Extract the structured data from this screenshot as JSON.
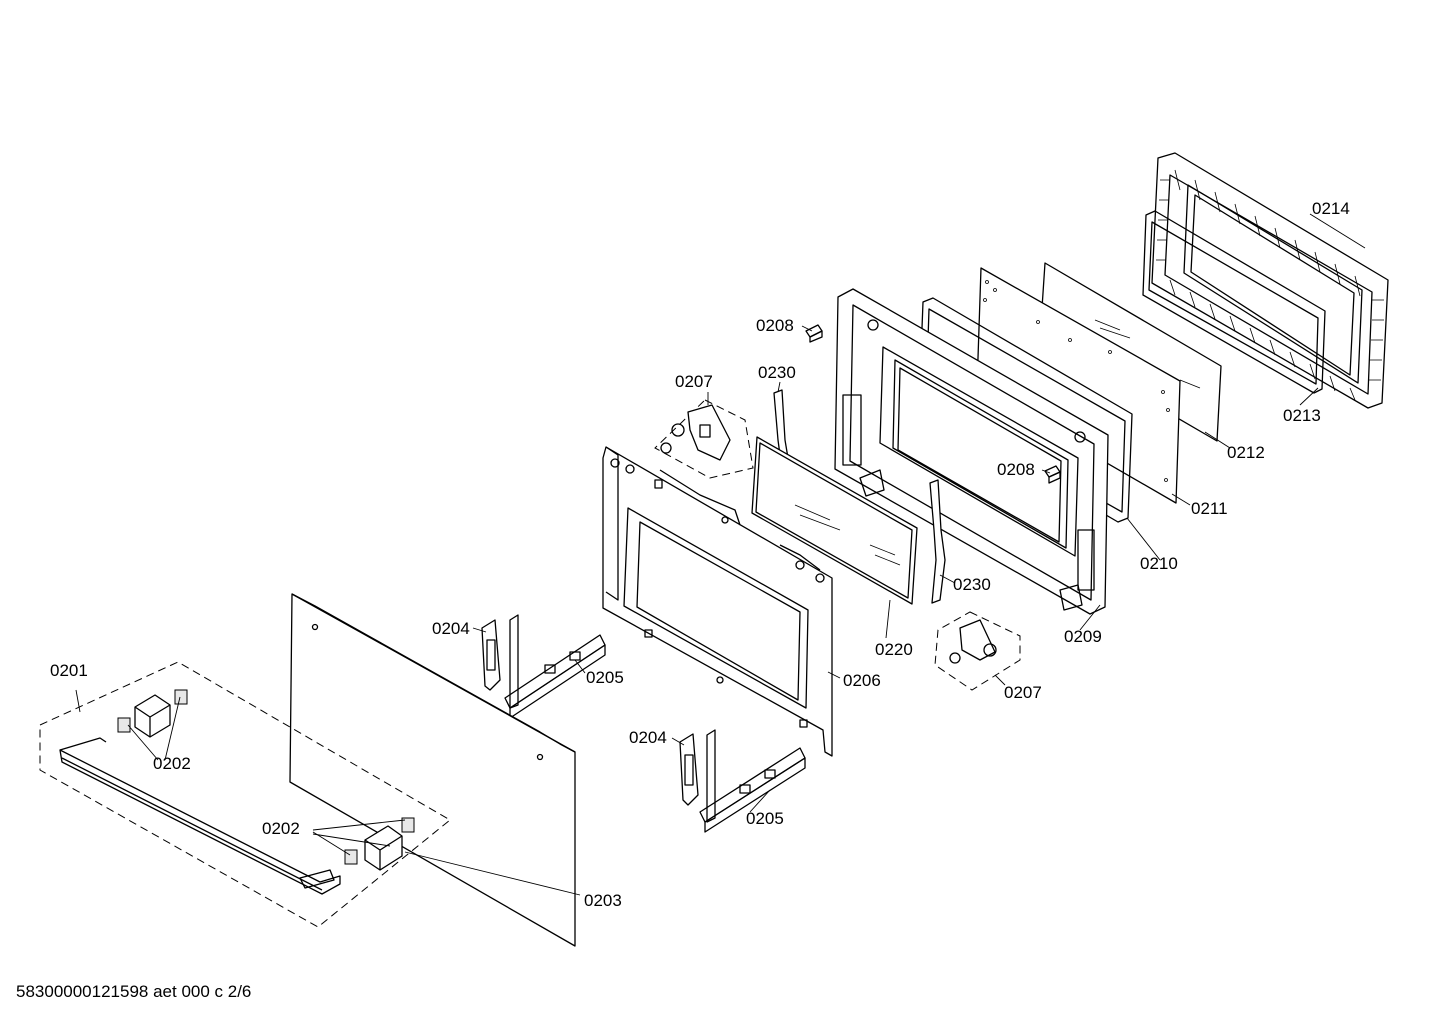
{
  "drawing": {
    "footer_code": "58300000121598 aet 000 c 2/6"
  },
  "callouts": {
    "c0214": "0214",
    "c0213": "0213",
    "c0212": "0212",
    "c0211": "0211",
    "c0210": "0210",
    "c0209": "0209",
    "c0208_top": "0208",
    "c0208_mid": "0208",
    "c0230_top": "0230",
    "c0230_bottom": "0230",
    "c0207_top": "0207",
    "c0207_bottom": "0207",
    "c0220": "0220",
    "c0206": "0206",
    "c0205_top": "0205",
    "c0205_bottom": "0205",
    "c0204_top": "0204",
    "c0204_bottom": "0204",
    "c0203": "0203",
    "c0202_left": "0202",
    "c0202_right": "0202",
    "c0201": "0201"
  }
}
